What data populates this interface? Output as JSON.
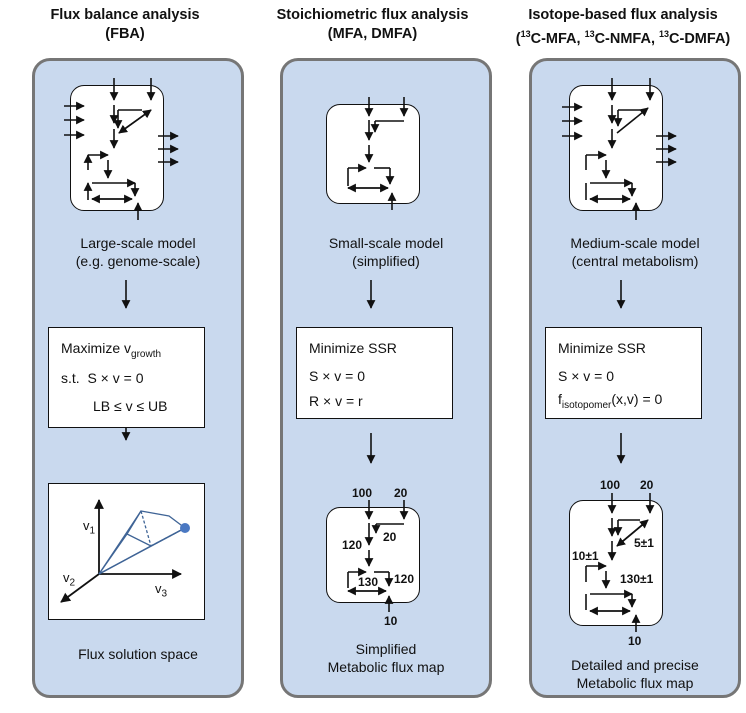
{
  "columns": [
    {
      "title": "Flux balance analysis",
      "subtitle": "(FBA)",
      "model_line1": "Large-scale model",
      "model_line2": "(e.g. genome-scale)",
      "opt_line1_main": "Maximize v",
      "opt_line1_sub": "growth",
      "opt_line2": "s.t.  S × v = 0",
      "opt_line3": "LB ≤ v ≤ UB",
      "axis_v1_main": "v",
      "axis_v1_sub": "1",
      "axis_v2_main": "v",
      "axis_v2_sub": "2",
      "axis_v3_main": "v",
      "axis_v3_sub": "3",
      "result_line1": "Flux solution space"
    },
    {
      "title": "Stoichiometric flux analysis",
      "subtitle": "(MFA, DMFA)",
      "model_line1": "Small-scale model",
      "model_line2": "(simplified)",
      "opt_line1": "Minimize SSR",
      "opt_line2": "S × v = 0",
      "opt_line3": "R × v = r",
      "labels": [
        "100",
        "20",
        "20",
        "120",
        "130",
        "120",
        "10"
      ],
      "result_line1": "Simplified",
      "result_line2": "Metabolic flux map"
    },
    {
      "title": "Isotope-based flux analysis",
      "subtitle_sup1": "13",
      "subtitle_a": "C-MFA, ",
      "subtitle_sup2": "13",
      "subtitle_b": "C-NMFA, ",
      "subtitle_sup3": "13",
      "subtitle_c": "C-DMFA)",
      "model_line1": "Medium-scale model",
      "model_line2": "(central metabolism)",
      "opt_line1": "Minimize SSR",
      "opt_line2": "S × v = 0",
      "opt_line3_main": "f",
      "opt_line3_sub": "isotopomer",
      "opt_line3_rest": "(x,v) = 0",
      "labels": [
        "100",
        "20",
        "5±1",
        "10±1",
        "130±1",
        "10"
      ],
      "result_line1": "Detailed and precise",
      "result_line2": "Metabolic flux map"
    }
  ],
  "colors": {
    "panel_fill": "#c9d9ee",
    "panel_border": "#767676",
    "solution_space": "#3f6496",
    "dot": "#4a78c2"
  }
}
